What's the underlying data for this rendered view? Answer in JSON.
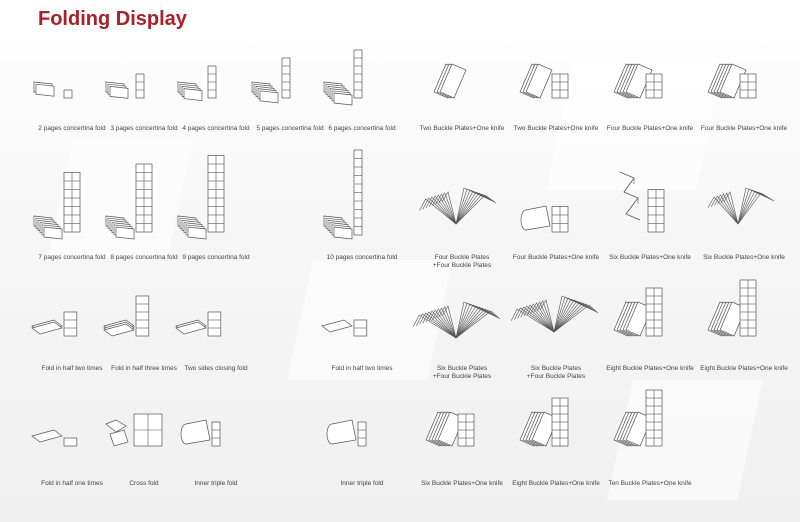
{
  "title": "Folding Display",
  "colors": {
    "title": "#a8202a",
    "line": "#555555",
    "text": "#444444"
  },
  "items": [
    {
      "label": "2 pages concertina fold",
      "type": "leaflet",
      "cols": 1,
      "rows": 1,
      "pages": 2
    },
    {
      "label": "3 pages concertina fold",
      "type": "leaflet",
      "cols": 1,
      "rows": 3,
      "pages": 3
    },
    {
      "label": "4 pages concertina fold",
      "type": "leaflet",
      "cols": 1,
      "rows": 4,
      "pages": 4
    },
    {
      "label": "5 pages concertina fold",
      "type": "leaflet",
      "cols": 1,
      "rows": 5,
      "pages": 5
    },
    {
      "label": "6 pages concertina fold",
      "type": "leaflet",
      "cols": 1,
      "rows": 6,
      "pages": 6
    },
    {
      "label": "Two Buckle Plates+One knife",
      "type": "book",
      "cols": 0,
      "rows": 0,
      "pages": 3
    },
    {
      "label": "Two Buckle Plates+One knife",
      "type": "stack",
      "cols": 2,
      "rows": 3,
      "pages": 3
    },
    {
      "label": "Four Buckle Plates+One knife",
      "type": "stack",
      "cols": 2,
      "rows": 3,
      "pages": 5
    },
    {
      "label": "Four Buckle Plates+One knife",
      "type": "stack",
      "cols": 2,
      "rows": 3,
      "pages": 5
    },
    {
      "label": "7 pages concertina fold",
      "type": "leaflet",
      "cols": 2,
      "rows": 7,
      "pages": 7
    },
    {
      "label": "8 pages concertina fold",
      "type": "leaflet",
      "cols": 2,
      "rows": 8,
      "pages": 8
    },
    {
      "label": "9 pages concertina fold",
      "type": "leaflet",
      "cols": 2,
      "rows": 9,
      "pages": 9
    },
    {
      "label": "10 pages concertina fold",
      "type": "leaflet",
      "cols": 1,
      "rows": 10,
      "pages": 10
    },
    {
      "label": "Four Buckle Plates",
      "label2": "+Four Buckle Plates",
      "type": "open",
      "cols": 0,
      "rows": 0,
      "pages": 8
    },
    {
      "label": "Four Buckle Plates+One knife",
      "type": "roll",
      "cols": 2,
      "rows": 3,
      "pages": 3
    },
    {
      "label": "Six Buckle Plates+One knife",
      "type": "zigzag",
      "cols": 2,
      "rows": 5,
      "pages": 5
    },
    {
      "label": "Six Buckle Plates+One knife",
      "type": "open",
      "cols": 0,
      "rows": 0,
      "pages": 6
    },
    {
      "label": "Fold in half two times",
      "type": "half",
      "cols": 1,
      "rows": 3,
      "pages": 2
    },
    {
      "label": "Fold in half three times",
      "type": "half",
      "cols": 1,
      "rows": 5,
      "pages": 3
    },
    {
      "label": "Two sides closing fold",
      "type": "half",
      "cols": 1,
      "rows": 3,
      "pages": 2
    },
    {
      "label": "Fold in half two times",
      "type": "half",
      "cols": 1,
      "rows": 2,
      "pages": 1
    },
    {
      "label": "Six Buckle Plates",
      "label2": "+Four Buckle Plates",
      "type": "open",
      "cols": 0,
      "rows": 0,
      "pages": 10
    },
    {
      "label": "Six Buckle Plates",
      "label2": "+Four Buckle Plates",
      "type": "open2",
      "cols": 0,
      "rows": 0,
      "pages": 10
    },
    {
      "label": "Eight Buckle Plates+One knife",
      "type": "stack",
      "cols": 2,
      "rows": 6,
      "pages": 5
    },
    {
      "label": "Eight Buckle Plates+One knife",
      "type": "stack",
      "cols": 2,
      "rows": 7,
      "pages": 7
    },
    {
      "label": "Fold in half one times",
      "type": "half",
      "cols": 1,
      "rows": 1,
      "pages": 1
    },
    {
      "label": "Cross fold",
      "type": "cross",
      "cols": 2,
      "rows": 2,
      "pages": 2
    },
    {
      "label": "Inner triple fold",
      "type": "roll",
      "cols": 1,
      "rows": 3,
      "pages": 2
    },
    {
      "label": "Inner triple fold",
      "type": "roll",
      "cols": 1,
      "rows": 3,
      "pages": 2
    },
    {
      "label": "Six Buckle Plates+One knife",
      "type": "stack",
      "cols": 2,
      "rows": 4,
      "pages": 5
    },
    {
      "label": "Eight Buckle Plates+One knife",
      "type": "stack",
      "cols": 2,
      "rows": 6,
      "pages": 6
    },
    {
      "label": "Ten Buckle Plates+One knife",
      "type": "stack",
      "cols": 2,
      "rows": 7,
      "pages": 8
    }
  ]
}
